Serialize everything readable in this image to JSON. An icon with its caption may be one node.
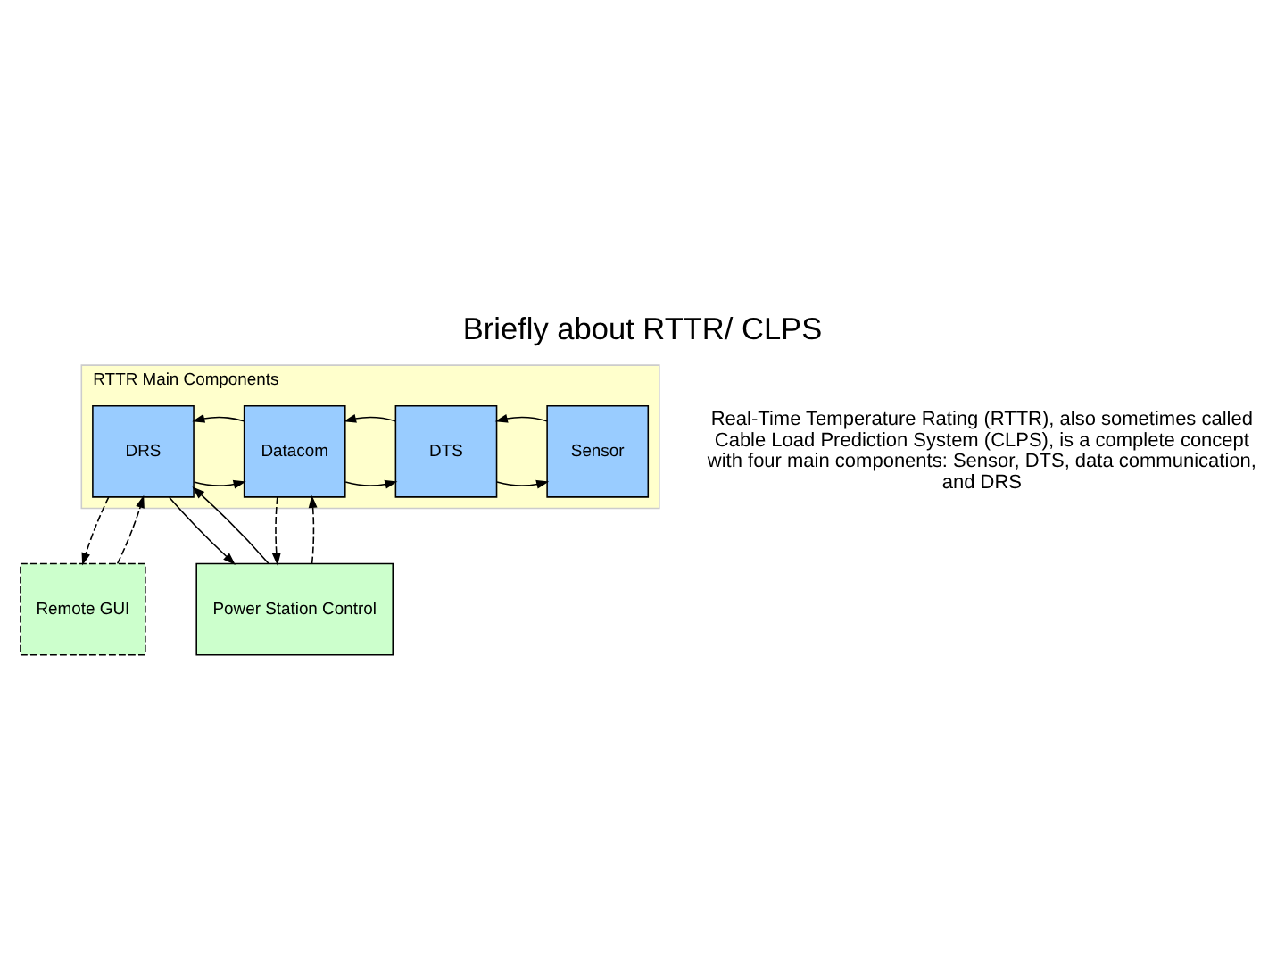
{
  "diagram": {
    "title": "Briefly about RTTR/ CLPS",
    "nodes": [
      {
        "text": [
          "RTTR Main Components"
        ]
      },
      {
        "text": [
          "Sensor"
        ],
        "in": 0
      },
      {
        "text": [
          "DTS"
        ],
        "in": 0
      },
      {
        "text": [
          "Datacom"
        ],
        "in": 0
      },
      {
        "text": [
          "DRS"
        ],
        "in": 0
      },
      {
        "text": [
          "Power Station Control"
        ]
      },
      {
        "text": [
          "Remote GUI"
        ]
      }
    ],
    "edges": [
      {
        "from": 2,
        "to": 1,
        "arrow": "to"
      },
      {
        "from": 1,
        "to": 2,
        "arrow": "to"
      },
      {
        "from": 3,
        "to": 2,
        "arrow": "to"
      },
      {
        "from": 2,
        "to": 3,
        "arrow": "to"
      },
      {
        "from": 4,
        "to": 3,
        "arrow": "to"
      },
      {
        "from": 3,
        "to": 4,
        "arrow": "to"
      },
      {
        "from": 5,
        "to": 3,
        "arrow": "to",
        "style": "dashed"
      },
      {
        "from": 3,
        "to": 5,
        "arrow": "to",
        "style": "dashed"
      },
      {
        "from": 5,
        "to": 4,
        "arrow": "to"
      },
      {
        "from": 4,
        "to": 5,
        "arrow": "to"
      },
      {
        "from": 6,
        "to": 4,
        "arrow": "to",
        "style": "dashed"
      },
      {
        "from": 4,
        "to": 6,
        "arrow": "to",
        "style": "dashed"
      }
    ],
    "labels": [
      "Real-Time Temperature Rating (RTTR), also sometimes called Cable Load Prediction System (CLPS), is a complete concept with four main components: Sensor, DTS, data communication, and DRS"
    ]
  }
}
